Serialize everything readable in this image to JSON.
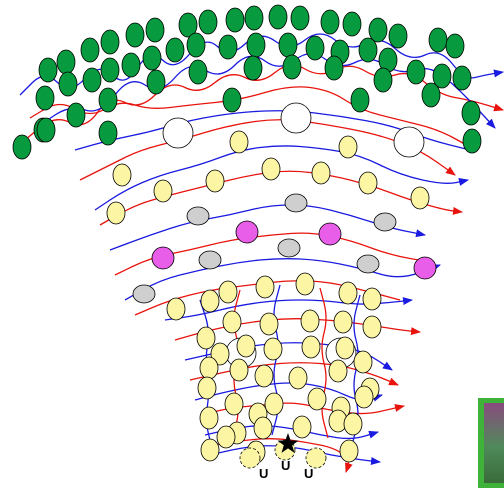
{
  "diagram": {
    "labels": [
      "U",
      "U",
      "U"
    ],
    "colors": {
      "red_strand": "#e8130c",
      "blue_strand": "#1a1ae0",
      "green_bead": "#079a3f",
      "yellow_bead": "#fbf5a4",
      "gray_bead": "#cfcfcf",
      "pink_bead": "#e95ee8",
      "open_ring": "#ffffff",
      "start_star": "#000000"
    },
    "icons": [
      "star-icon",
      "arrow-icon"
    ]
  }
}
